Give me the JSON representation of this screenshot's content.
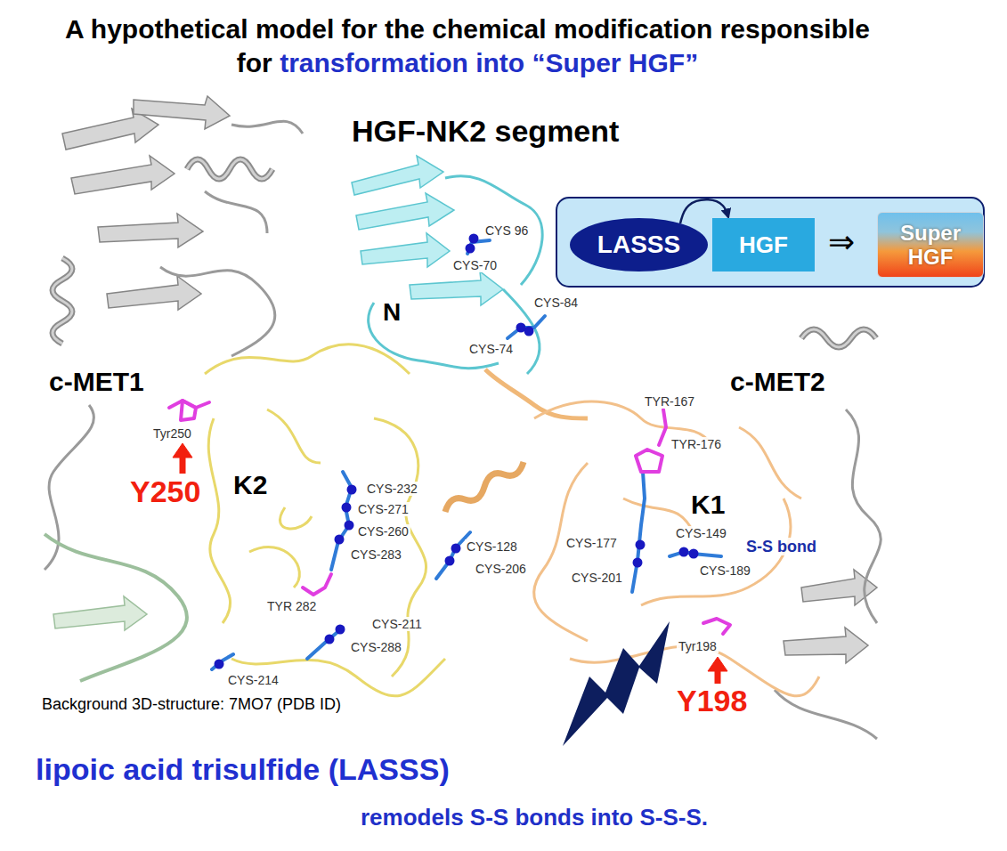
{
  "diagram": {
    "title": "A hypothetical model for the chemical modification responsible for",
    "nodes": [
      {
        "text": [
          "LASSS"
        ]
      },
      {
        "text": [
          "HGF"
        ]
      },
      {
        "text": [
          "Super HGF"
        ]
      }
    ],
    "edges": [
      {
        "from": 0,
        "to": 1,
        "arrow": "to"
      }
    ],
    "labels": [
      "transformation into “Super HGF”",
      "HGF-NK2 segment",
      "⇒",
      "CYS 96",
      "CYS-70",
      "CYS-84",
      "CYS-74",
      "N",
      "c-MET1",
      "Tyr250",
      "Y250",
      "K2",
      "CYS-232",
      "CYS-271",
      "CYS-260",
      "CYS-283",
      "TYR 282",
      "CYS-211",
      "CYS-288",
      "CYS-214",
      "CYS-128",
      "CYS-206",
      "c-MET2",
      "TYR-167",
      "TYR-176",
      "K1",
      "CYS-177",
      "CYS-201",
      "CYS-149",
      "CYS-189",
      "S-S bond",
      "Tyr198",
      "Y198",
      "Background 3D-structure: 7MO7 (PDB ID)",
      "lipoic acid trisulfide (LASSS)",
      "remodels S-S bonds into S-S-S."
    ]
  }
}
